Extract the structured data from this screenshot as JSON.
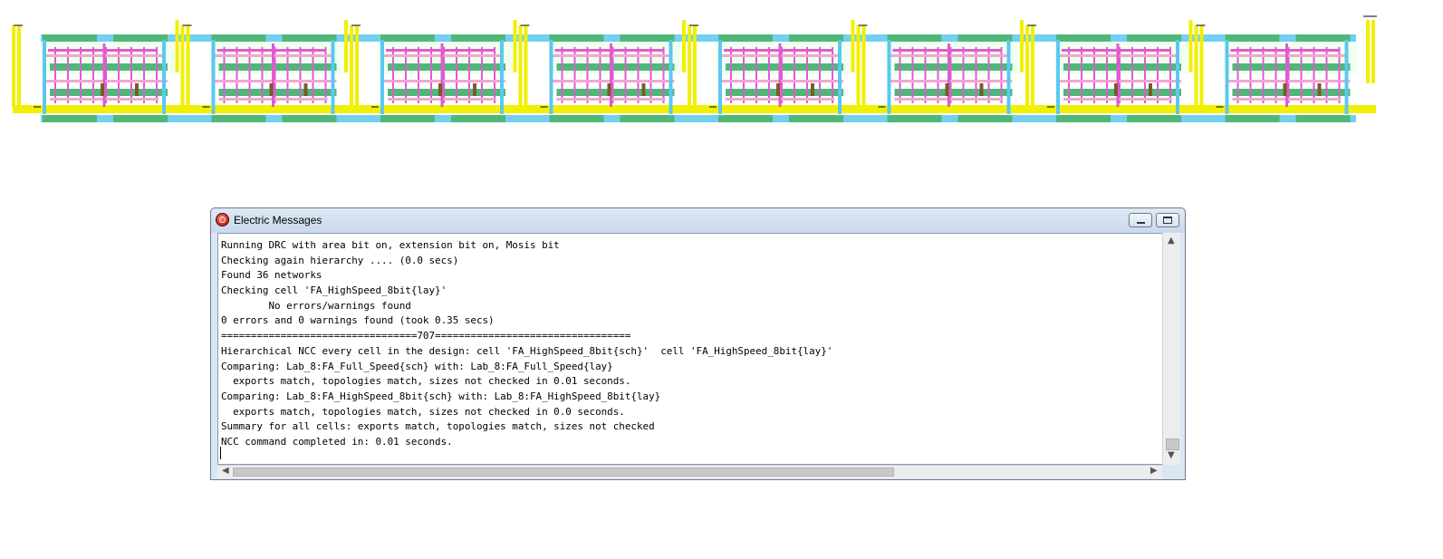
{
  "window": {
    "title": "Electric Messages"
  },
  "messages": [
    "Running DRC with area bit on, extension bit on, Mosis bit",
    "Checking again hierarchy .... (0.0 secs)",
    "Found 36 networks",
    "Checking cell 'FA_HighSpeed_8bit{lay}'",
    "        No errors/warnings found",
    "0 errors and 0 warnings found (took 0.35 secs)",
    "=================================707=================================",
    "Hierarchical NCC every cell in the design: cell 'FA_HighSpeed_8bit{sch}'  cell 'FA_HighSpeed_8bit{lay}'",
    "Comparing: Lab_8:FA_Full_Speed{sch} with: Lab_8:FA_Full_Speed{lay}",
    "  exports match, topologies match, sizes not checked in 0.01 seconds.",
    "Comparing: Lab_8:FA_HighSpeed_8bit{sch} with: Lab_8:FA_HighSpeed_8bit{lay}",
    "  exports match, topologies match, sizes not checked in 0.0 seconds.",
    "Summary for all cells: exports match, topologies match, sizes not checked",
    "NCC command completed in: 0.01 seconds."
  ],
  "icons": {
    "app": "electric-app-icon",
    "minimize": "minimize-icon",
    "maximize": "maximize-icon",
    "scroll_up": "▲",
    "scroll_down": "▼",
    "scroll_left": "◀",
    "scroll_right": "▶"
  },
  "layout": {
    "cell_count": 8,
    "layer_colors": {
      "metal1": "#5bc8f0",
      "metal2": "#f0f000",
      "poly": "#e05ad0",
      "pdiff": "#f0a8d0",
      "ndiff": "#4fb878",
      "well": "#20c060",
      "contact": "#7a5a2a"
    }
  }
}
